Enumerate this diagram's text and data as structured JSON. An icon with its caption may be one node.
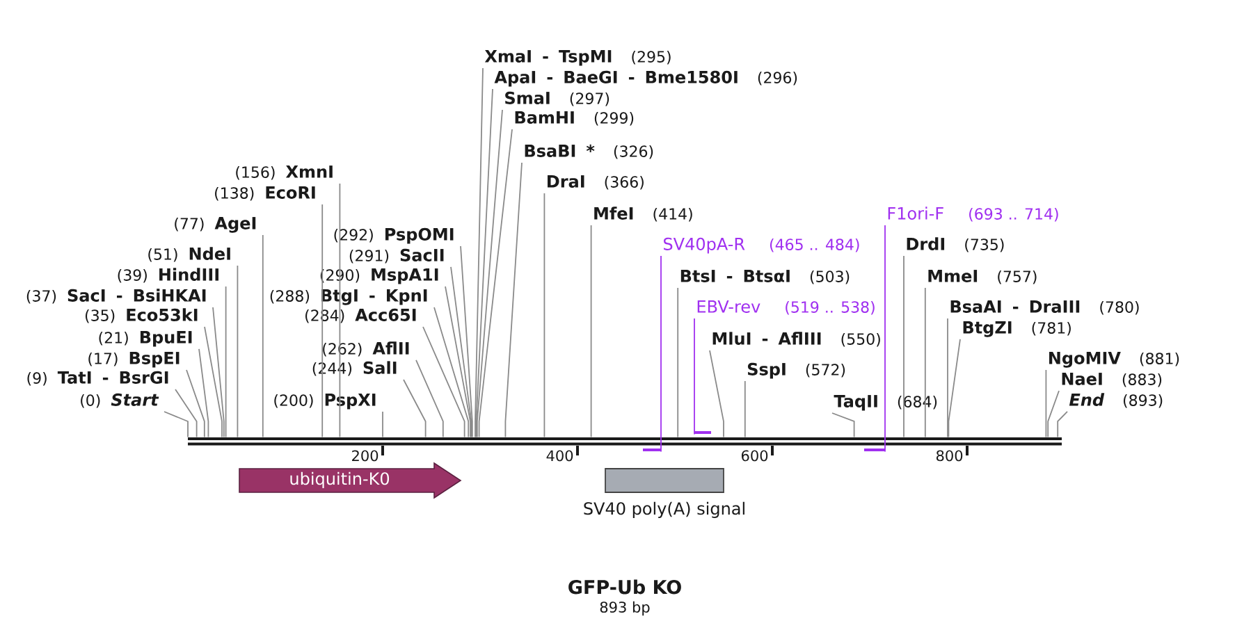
{
  "diagram": {
    "title": "GFP-Ub KO",
    "caption": "893 bp",
    "nodes": [
      {
        "text": [
          "(0)",
          "Start"
        ]
      },
      {
        "text": [
          "(9)",
          "TatI - BsrGI"
        ]
      },
      {
        "text": [
          "(17)",
          "BspEI"
        ]
      },
      {
        "text": [
          "(21)",
          "BpuEI"
        ]
      },
      {
        "text": [
          "(35)",
          "Eco53kI"
        ]
      },
      {
        "text": [
          "(37)",
          "SacI - BsiHKAI"
        ]
      },
      {
        "text": [
          "(39)",
          "HindIII"
        ]
      },
      {
        "text": [
          "(51)",
          "NdeI"
        ]
      },
      {
        "text": [
          "(77)",
          "AgeI"
        ]
      },
      {
        "text": [
          "(138)",
          "EcoRI"
        ]
      },
      {
        "text": [
          "(156)",
          "XmnI"
        ]
      },
      {
        "text": [
          "(200)",
          "PspXI"
        ]
      },
      {
        "text": [
          "(244)",
          "SalI"
        ]
      },
      {
        "text": [
          "(262)",
          "AflII"
        ]
      },
      {
        "text": [
          "(284)",
          "Acc65I"
        ]
      },
      {
        "text": [
          "(288)",
          "BtgI - KpnI"
        ]
      },
      {
        "text": [
          "(290)",
          "MspA1I"
        ]
      },
      {
        "text": [
          "(291)",
          "SacII"
        ]
      },
      {
        "text": [
          "(292)",
          "PspOMI"
        ]
      },
      {
        "text": [
          "XmaI - TspMI",
          "(295)"
        ]
      },
      {
        "text": [
          "ApaI - BaeGI - Bme1580I",
          "(296)"
        ]
      },
      {
        "text": [
          "SmaI",
          "(297)"
        ]
      },
      {
        "text": [
          "BamHI",
          "(299)"
        ]
      },
      {
        "text": [
          "BsaBI *",
          "(326)"
        ]
      },
      {
        "text": [
          "DraI",
          "(366)"
        ]
      },
      {
        "text": [
          "MfeI",
          "(414)"
        ]
      },
      {
        "text": [
          "SV40pA-R",
          "(465 .. 484)"
        ]
      },
      {
        "text": [
          "BtsI - BtsαI",
          "(503)"
        ]
      },
      {
        "text": [
          "EBV-rev",
          "(519 .. 538)"
        ]
      },
      {
        "text": [
          "MluI - AflIII",
          "(550)"
        ]
      },
      {
        "text": [
          "SspI",
          "(572)"
        ]
      },
      {
        "text": [
          "TaqII",
          "(684)"
        ]
      },
      {
        "text": [
          "F1ori-F",
          "(693 .. 714)"
        ]
      },
      {
        "text": [
          "DrdI",
          "(735)"
        ]
      },
      {
        "text": [
          "MmeI",
          "(757)"
        ]
      },
      {
        "text": [
          "BsaAI - DraIII",
          "(780)"
        ]
      },
      {
        "text": [
          "BtgZI",
          "(781)"
        ]
      },
      {
        "text": [
          "NgoMIV",
          "(881)"
        ]
      },
      {
        "text": [
          "NaeI",
          "(883)"
        ]
      },
      {
        "text": [
          "End",
          "(893)"
        ]
      },
      {
        "text": [],
        "shape": "bar"
      },
      {
        "text": [],
        "shape": "bar"
      },
      {
        "text": [],
        "shape": "bar"
      },
      {
        "text": [],
        "shape": "bar"
      },
      {
        "text": [
          "ubiquitin-K0"
        ]
      },
      {
        "text": [],
        "shape": "box",
        "beside": [
          "SV40 poly(A) signal"
        ]
      }
    ],
    "edges": [
      {
        "from": 0,
        "to": 43,
        "arrow": "none"
      },
      {
        "from": 1,
        "to": 43,
        "arrow": "none"
      },
      {
        "from": 2,
        "to": 43,
        "arrow": "none"
      },
      {
        "from": 3,
        "to": 43,
        "arrow": "none"
      },
      {
        "from": 4,
        "to": 43,
        "arrow": "none"
      },
      {
        "from": 5,
        "to": 43,
        "arrow": "none"
      },
      {
        "from": 6,
        "to": 43,
        "arrow": "none"
      },
      {
        "from": 7,
        "to": 43,
        "arrow": "none"
      },
      {
        "from": 8,
        "to": 43,
        "arrow": "none"
      },
      {
        "from": 9,
        "to": 43,
        "arrow": "none"
      },
      {
        "from": 10,
        "to": 43,
        "arrow": "none"
      },
      {
        "from": 11,
        "to": 43,
        "arrow": "none"
      },
      {
        "from": 12,
        "to": 43,
        "arrow": "none"
      },
      {
        "from": 13,
        "to": 43,
        "arrow": "none"
      },
      {
        "from": 14,
        "to": 43,
        "arrow": "none"
      },
      {
        "from": 15,
        "to": 43,
        "arrow": "none"
      },
      {
        "from": 16,
        "to": 43,
        "arrow": "none"
      },
      {
        "from": 17,
        "to": 43,
        "arrow": "none"
      },
      {
        "from": 18,
        "to": 43,
        "arrow": "none"
      },
      {
        "from": 19,
        "to": 43,
        "arrow": "none"
      },
      {
        "from": 20,
        "to": 43,
        "arrow": "none"
      },
      {
        "from": 21,
        "to": 43,
        "arrow": "none"
      },
      {
        "from": 22,
        "to": 43,
        "arrow": "none"
      },
      {
        "from": 23,
        "to": 43,
        "arrow": "none"
      },
      {
        "from": 24,
        "to": 43,
        "arrow": "none"
      },
      {
        "from": 25,
        "to": 43,
        "arrow": "none"
      },
      {
        "from": 26,
        "to": 40,
        "arrow": "none",
        "color": "#a030f0"
      },
      {
        "from": 27,
        "to": 43,
        "arrow": "none"
      },
      {
        "from": 28,
        "to": 41,
        "arrow": "none",
        "color": "#a030f0"
      },
      {
        "from": 29,
        "to": 43,
        "arrow": "none"
      },
      {
        "from": 30,
        "to": 43,
        "arrow": "none"
      },
      {
        "from": 31,
        "to": 43,
        "arrow": "none"
      },
      {
        "from": 32,
        "to": 42,
        "arrow": "none",
        "color": "#a030f0"
      },
      {
        "from": 33,
        "to": 43,
        "arrow": "none"
      },
      {
        "from": 34,
        "to": 43,
        "arrow": "none"
      },
      {
        "from": 35,
        "to": 43,
        "arrow": "none"
      },
      {
        "from": 36,
        "to": 43,
        "arrow": "none"
      },
      {
        "from": 37,
        "to": 43,
        "arrow": "none"
      },
      {
        "from": 38,
        "to": 43,
        "arrow": "none"
      },
      {
        "from": 39,
        "to": 43,
        "arrow": "none"
      }
    ],
    "labels": [
      "200",
      "400",
      "600",
      "800"
    ]
  }
}
